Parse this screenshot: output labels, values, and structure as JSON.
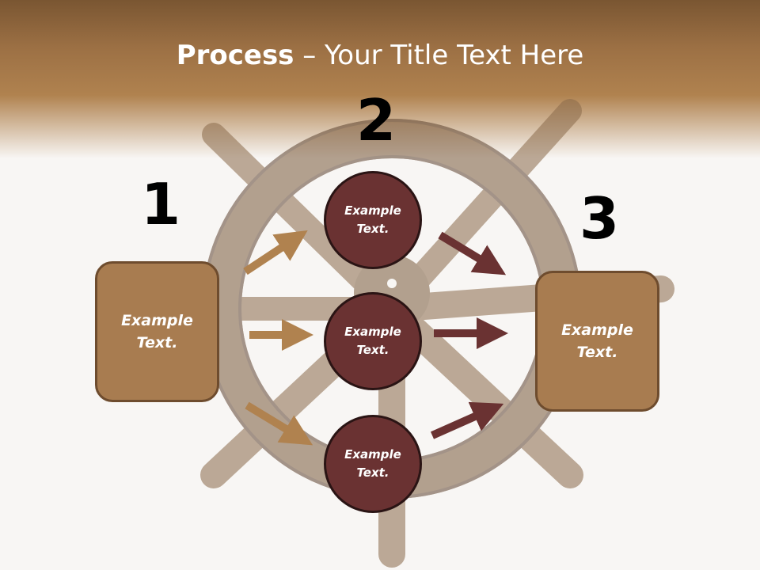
{
  "title": {
    "bold": "Process",
    "rest": " – Your Title Text Here"
  },
  "steps": {
    "n1": "1",
    "n2": "2",
    "n3": "3"
  },
  "left_box": {
    "line1": "Example",
    "line2": "Text."
  },
  "right_box": {
    "line1": "Example",
    "line2": "Text."
  },
  "circles": [
    {
      "line1": "Example",
      "line2": "Text."
    },
    {
      "line1": "Example",
      "line2": "Text."
    },
    {
      "line1": "Example",
      "line2": "Text."
    }
  ],
  "colors": {
    "header": "#9c7044",
    "box_fill": "#a87c50",
    "circle_fill": "#6a3232",
    "arrow_left": "#b0824f",
    "arrow_right": "#6a3232"
  }
}
